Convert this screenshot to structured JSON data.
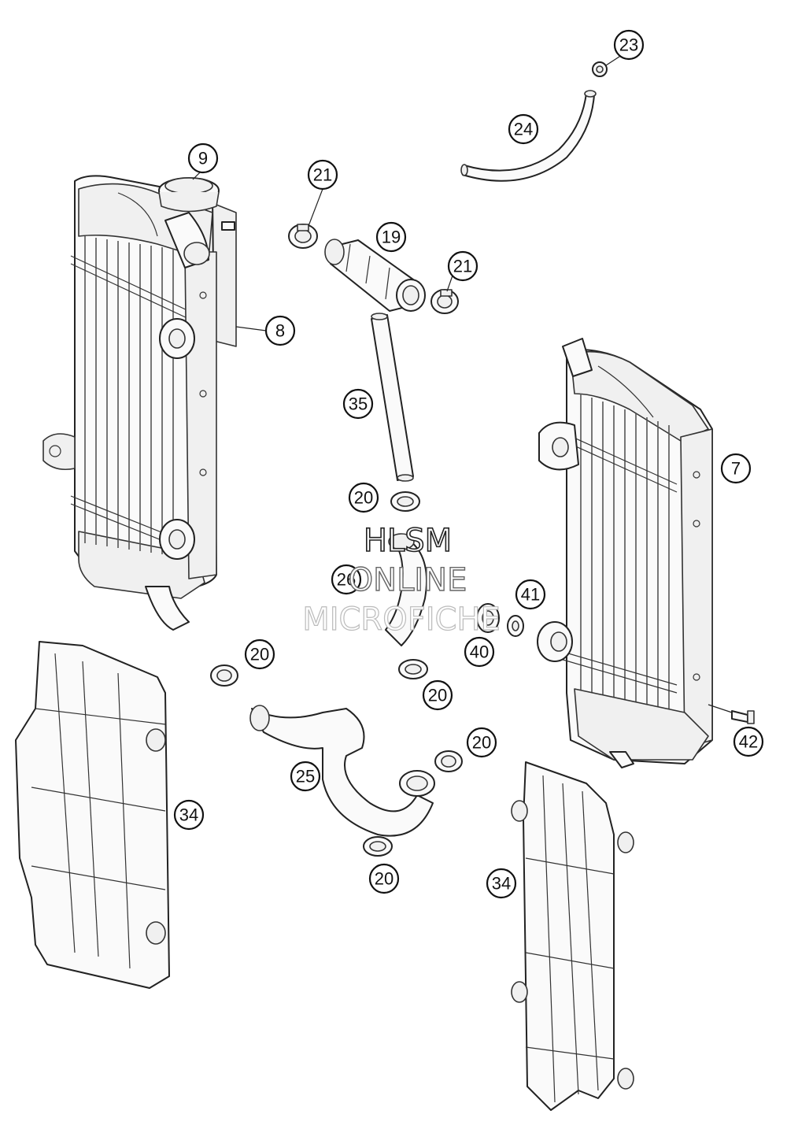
{
  "watermark": {
    "line1": "HLSM",
    "line2": "ONLINE",
    "line3": "MICROFICHE"
  },
  "callouts": {
    "c9": "9",
    "c8": "8",
    "c21a": "21",
    "c21b": "21",
    "c19": "19",
    "c23": "23",
    "c24": "24",
    "c35": "35",
    "c7": "7",
    "c20a": "20",
    "c26": "26",
    "c41": "41",
    "c40": "40",
    "c20b": "20",
    "c20c": "20",
    "c20d": "20",
    "c20e": "20",
    "c25": "25",
    "c42": "42",
    "c34a": "34",
    "c34b": "34"
  }
}
